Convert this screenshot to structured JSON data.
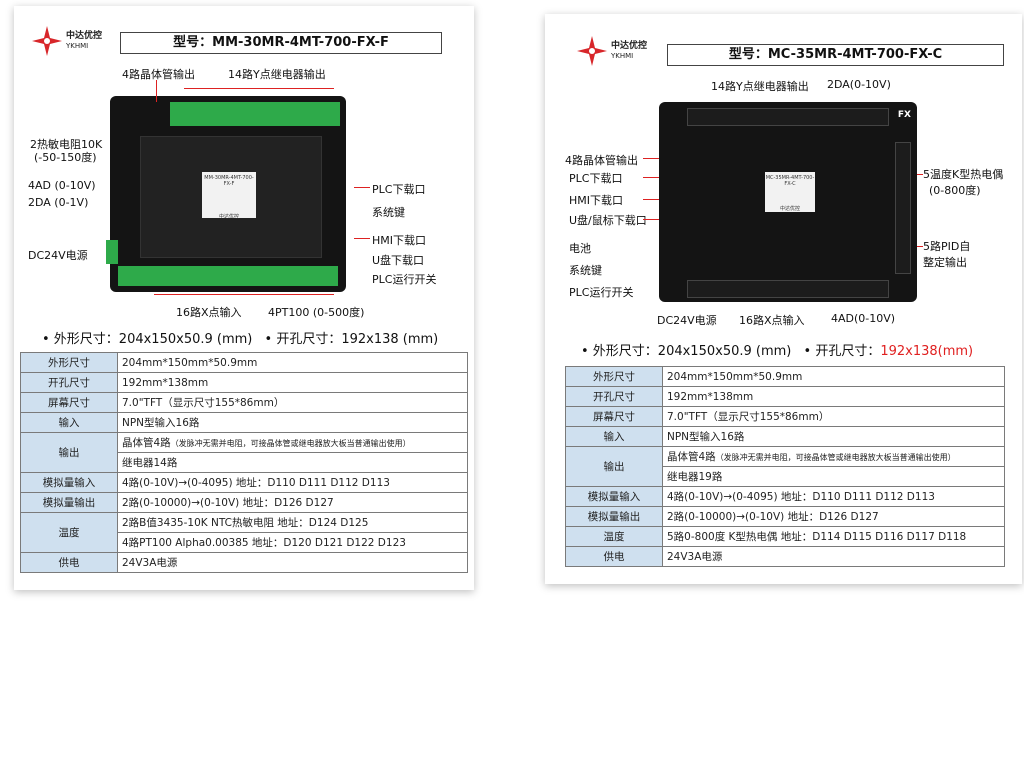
{
  "logo": {
    "brand": "中达优控",
    "sub": "YKHMI"
  },
  "left": {
    "model": "型号：MM-30MR-4MT-700-FX-F",
    "plate_lines": [
      "MM-30MR-4MT-700-FX-F",
      "中达优控"
    ],
    "annotations": {
      "transistor_out": "4路晶体管输出",
      "relay_out": "14路Y点继电器输出",
      "thermistor": "2热敏电阻10K",
      "thermistor_range": "(-50-150度)",
      "ad": "4AD (0-10V)",
      "da": "2DA (0-1V)",
      "dc24v": "DC24V电源",
      "plc_download": "PLC下载口",
      "system_key": "系统键",
      "hmi_download": "HMI下载口",
      "usb_download": "U盘下载口",
      "plc_run": "PLC运行开关",
      "x_input": "16路X点输入",
      "pt100": "4PT100 (0-500度)"
    },
    "dims": {
      "outer": "• 外形尺寸：204x150x50.9 (mm)",
      "cutout_label": "• 开孔尺寸：",
      "cutout_value": "192x138 (mm)"
    },
    "specs": [
      {
        "k": "外形尺寸",
        "v": [
          "204mm*150mm*50.9mm"
        ]
      },
      {
        "k": "开孔尺寸",
        "v": [
          "192mm*138mm"
        ]
      },
      {
        "k": "屏幕尺寸",
        "v": [
          "7.0\"TFT（显示尺寸155*86mm）"
        ]
      },
      {
        "k": "输入",
        "v": [
          "NPN型输入16路"
        ]
      },
      {
        "k": "输出",
        "v": [
          "晶体管4路",
          "继电器14路"
        ],
        "note": "（发脉冲无需并电阻，可接晶体管或继电器放大板当普通输出使用）"
      },
      {
        "k": "模拟量输入",
        "v": [
          "4路(0-10V)→(0-4095) 地址：D110  D111  D112  D113"
        ]
      },
      {
        "k": "模拟量输出",
        "v": [
          "2路(0-10000)→(0-10V) 地址：D126  D127"
        ]
      },
      {
        "k": "温度",
        "v": [
          "2路B值3435-10K NTC热敏电阻 地址：D124  D125",
          "4路PT100 Alpha0.00385 地址：D120  D121  D122  D123"
        ]
      },
      {
        "k": "供电",
        "v": [
          "24V3A电源"
        ]
      }
    ]
  },
  "right": {
    "model": "型号：MC-35MR-4MT-700-FX-C",
    "plate_lines": [
      "MC-35MR-4MT-700-FX-C",
      "中达优控"
    ],
    "fx": "FX",
    "annotations": {
      "relay_out": "14路Y点继电器输出",
      "da": "2DA(0-10V)",
      "transistor_out": "4路晶体管输出",
      "plc_download": "PLC下载口",
      "hmi_download": "HMI下载口",
      "usb_download": "U盘/鼠标下载口",
      "battery": "电池",
      "system_key": "系统键",
      "plc_run": "PLC运行开关",
      "thermo": "5温度K型热电偶",
      "thermo_range": "(0-800度)",
      "pid": "5路PID自",
      "pid2": "整定输出",
      "dc24v": "DC24V电源",
      "x_input": "16路X点输入",
      "ad": "4AD(0-10V)"
    },
    "dims": {
      "outer": "• 外形尺寸：204x150x50.9 (mm)",
      "cutout_label": "• 开孔尺寸：",
      "cutout_value": "192x138(mm)"
    },
    "specs": [
      {
        "k": "外形尺寸",
        "v": [
          "204mm*150mm*50.9mm"
        ]
      },
      {
        "k": "开孔尺寸",
        "v": [
          "192mm*138mm"
        ]
      },
      {
        "k": "屏幕尺寸",
        "v": [
          "7.0\"TFT（显示尺寸155*86mm）"
        ]
      },
      {
        "k": "输入",
        "v": [
          "NPN型输入16路"
        ]
      },
      {
        "k": "输出",
        "v": [
          "晶体管4路",
          "继电器19路"
        ],
        "note": "（发脉冲无需并电阻，可接晶体管或继电器放大板当普通输出使用）"
      },
      {
        "k": "模拟量输入",
        "v": [
          "4路(0-10V)→(0-4095) 地址：D110  D111  D112  D113"
        ]
      },
      {
        "k": "模拟量输出",
        "v": [
          "2路(0-10000)→(0-10V) 地址：D126  D127"
        ]
      },
      {
        "k": "温度",
        "v": [
          "5路0-800度 K型热电偶 地址：D114  D115  D116  D117  D118"
        ]
      },
      {
        "k": "供电",
        "v": [
          "24V3A电源"
        ]
      }
    ]
  },
  "colors": {
    "accent_red": "#e02020",
    "table_key_bg": "#cfe0ef",
    "terminal_green": "#2eaa4a"
  }
}
